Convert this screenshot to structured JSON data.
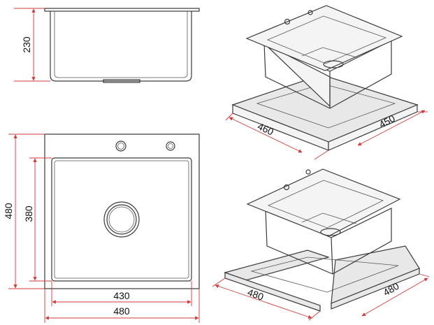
{
  "views": {
    "side": {
      "depth_label": "230"
    },
    "top": {
      "outer_height_label": "480",
      "inner_height_label": "380",
      "inner_width_label": "430",
      "outer_width_label": "480"
    },
    "iso_top": {
      "left_label": "460",
      "right_label": "450"
    },
    "iso_bottom": {
      "left_label": "480",
      "right_label": "480"
    }
  },
  "colors": {
    "dimension": "#d23a3a",
    "outline": "#3a3a3a"
  }
}
